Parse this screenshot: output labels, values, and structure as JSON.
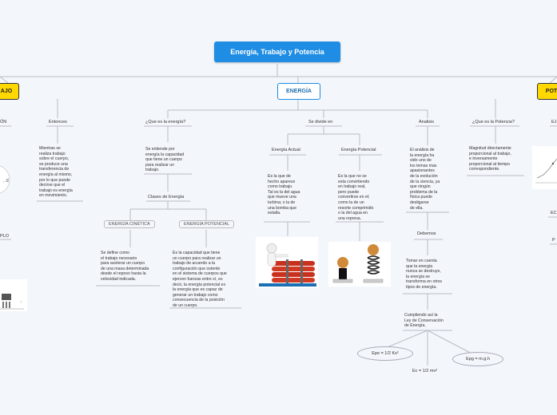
{
  "root": {
    "title": "Energía, Trabajo y Potencia"
  },
  "left": {
    "title": "AJO",
    "labels": [
      "ÓN",
      "Entonces",
      "PLO"
    ],
    "entonces_text": "Mientras se\nrealiza trabajo\nsobre el cuerpo,\nse produce una\ntransferencia de\nenergía al mismo,\npor lo que puede\ndecirse que el\ntrabajo es energía\nen movimiento."
  },
  "energia": {
    "title": "ENERGÍA",
    "que_es": {
      "label": "¿Que es la energía?",
      "text": "Se entiende por\nenergía la capacidad\nque tiene un cuerpo\npara realizar un\ntrabajo.",
      "clases_label": "Clases de Energía",
      "cinetica": {
        "label": "ENERGÍA CINÉTICA",
        "text": "Se define como\nel trabajo necesario\npara acelerar un cuerpo\nde una masa determinada\ndesde el reposo hasta la\nvelocidad indicada."
      },
      "potencial": {
        "label": "ENERGÍA POTENCIAL",
        "text": "Es la capacidad que tiene\nun cuerpo para realizar un\ntrabajo de acuerdo a la\nconfiguración que ostente\nen el sistema de cuerpos que\nejercen fuerzas entre sí, es\ndecir, la energía potencial es\nla energía que es capaz de\ngenerar un trabajo como\nconsecuencia de la posición\nde un cuerpo."
      }
    },
    "se_divide": {
      "label": "Se divide en",
      "actual": {
        "label": "Energía Actual",
        "text": "Es la que de\nhecho aparece\ncomo trabajo.\nTal es la del agua\nque mueve una\nturbina; o la de\nuna bomba que\nestalla."
      },
      "potencial": {
        "label": "Energía Potencial",
        "text": "Es la que no se\nesta convirtiendo\nen trabajo real,\npero puede\nconvertirse en el;\ncomo la de un\nresorte comprimido\no la del agua en\nuna represa."
      }
    },
    "analisis": {
      "label": "Analisis",
      "text": "El análisis de\nla energía ha\nsido uno de\nlos temas mas\napasionantes\nde la evolución\nde la ciencia, ya\nque ningún\nproblema de la\nfísica puede\ndesligarse\nde ella.",
      "debemos_label": "Debemos",
      "debemos_text": "Tomar en cuenta\nque la energía\nnunca se destruye,\nla energía se\ntransforma en otros\ntipos de energía.",
      "cumpliendo_text": "Cumpliendo así la\nLey de Conservación\nde Energía.",
      "formulas": [
        "Epe = 1/2 Kx²",
        "Epg = m.g.h",
        "Ec = 1/2 mv²"
      ]
    }
  },
  "potencia": {
    "title": "POT",
    "que_es": {
      "label": "¿Que es la Potencia?",
      "text": "Magnitud directamente\nproporcional al trabajo,\ne inversamente\nproporcional al tiempo\ncorrespondiente."
    },
    "labels": [
      "EJ",
      "EC",
      "P"
    ]
  },
  "colors": {
    "root": "#1e8de3",
    "main_border": "#1e8de3",
    "side_topic": "#ffd800",
    "line": "#b8bcc6"
  }
}
